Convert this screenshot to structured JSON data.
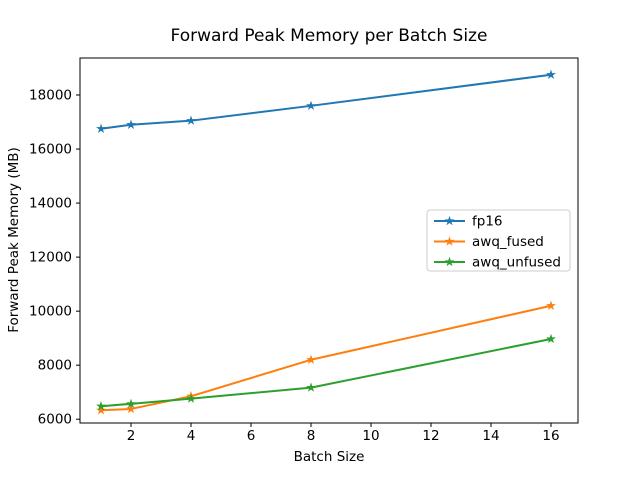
{
  "figure": {
    "background": "#ffffff",
    "spine_color": "#000000"
  },
  "chart_data": {
    "type": "line",
    "title": "Forward Peak Memory per Batch Size",
    "xlabel": "Batch Size",
    "ylabel": "Forward Peak Memory (MB)",
    "x": [
      1,
      2,
      4,
      8,
      16
    ],
    "series": [
      {
        "name": "fp16",
        "color": "#1f77b4",
        "marker": "star",
        "values": [
          16750,
          16900,
          17050,
          17600,
          18750
        ]
      },
      {
        "name": "awq_fused",
        "color": "#ff7f0e",
        "marker": "star",
        "values": [
          6330,
          6380,
          6850,
          8200,
          10200
        ]
      },
      {
        "name": "awq_unfused",
        "color": "#2ca02c",
        "marker": "star",
        "values": [
          6480,
          6570,
          6760,
          7170,
          8970
        ]
      }
    ],
    "xticks": [
      2,
      4,
      6,
      8,
      10,
      12,
      14,
      16
    ],
    "yticks": [
      6000,
      8000,
      10000,
      12000,
      14000,
      16000,
      18000
    ],
    "xlim": [
      0.3,
      16.9
    ],
    "ylim": [
      5860,
      19370
    ],
    "grid": false,
    "legend": {
      "position": "center-right",
      "border_color": "#cccccc",
      "background": "#ffffff",
      "entries": [
        "fp16",
        "awq_fused",
        "awq_unfused"
      ]
    }
  }
}
